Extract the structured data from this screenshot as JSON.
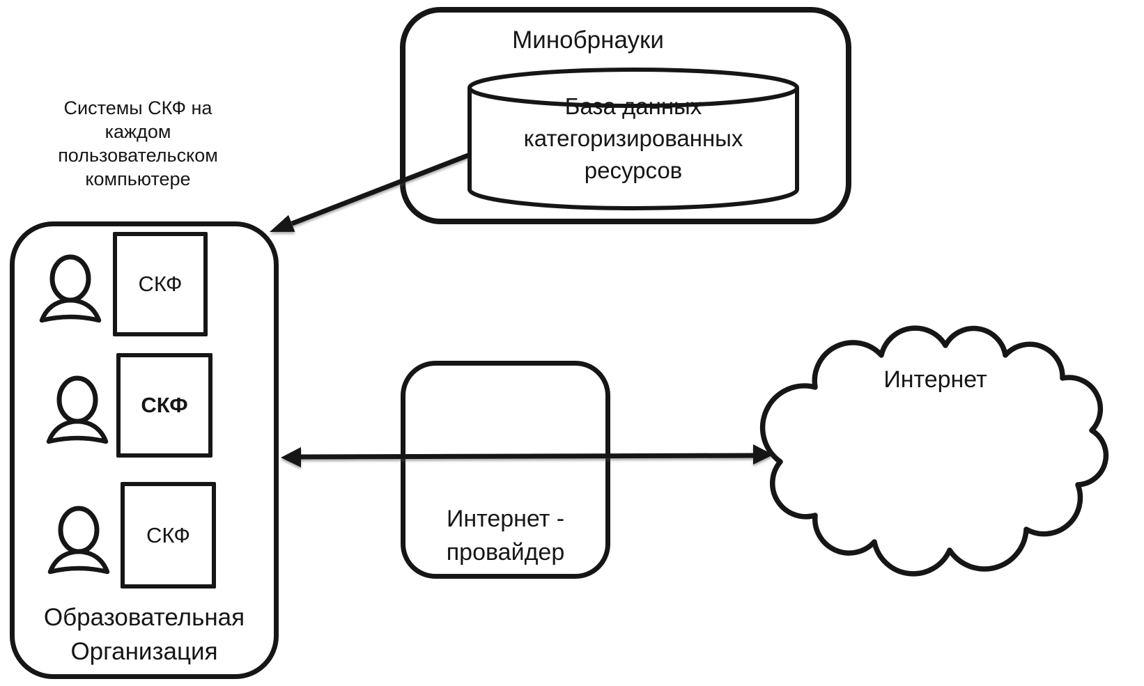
{
  "canvas": {
    "background": "#ffffff",
    "ink": "#161616"
  },
  "ministry": {
    "title": "Минобрнауки",
    "database_label": [
      "База данных",
      "категоризированных",
      "ресурсов"
    ]
  },
  "education": {
    "caption": [
      "Системы СКФ на",
      "каждом",
      "пользовательском",
      "компьютере"
    ],
    "workstations": [
      {
        "label": "СКФ",
        "bold": false
      },
      {
        "label": "СКФ",
        "bold": true
      },
      {
        "label": "СКФ",
        "bold": false
      }
    ],
    "footer": [
      "Образовательная",
      "Организация"
    ]
  },
  "provider": {
    "label": [
      "Интернет -",
      "провайдер"
    ]
  },
  "internet": {
    "label": "Интернет"
  },
  "connections": [
    {
      "from": "database",
      "to": "education-organization",
      "style": "single-head-arrow"
    },
    {
      "from": "education-organization",
      "to": "internet-cloud",
      "through": "internet-provider",
      "style": "double-head-arrow"
    }
  ]
}
